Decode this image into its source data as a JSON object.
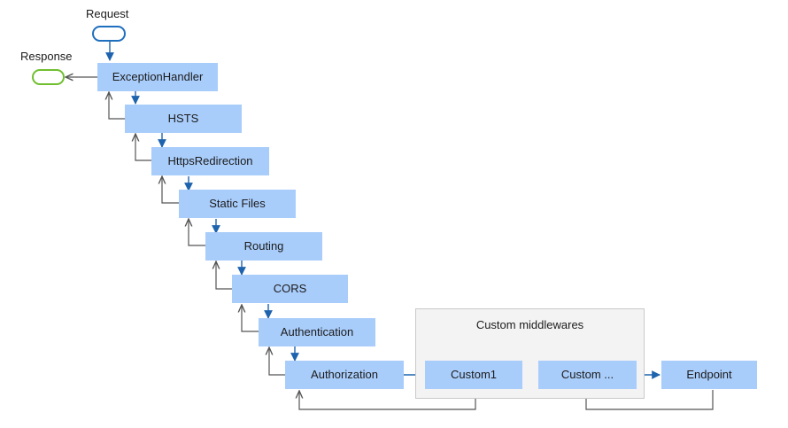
{
  "request_label": "Request",
  "response_label": "Response",
  "pipeline": [
    "ExceptionHandler",
    "HSTS",
    "HttpsRedirection",
    "Static Files",
    "Routing",
    "CORS",
    "Authentication",
    "Authorization"
  ],
  "custom_group": {
    "title": "Custom middlewares",
    "items": [
      "Custom1",
      "Custom ..."
    ]
  },
  "endpoint_label": "Endpoint",
  "colors": {
    "box_fill": "#a9cdfb",
    "request_flow": "#1e63ad",
    "response_flow": "#555555",
    "request_pill": "#1f6fbf",
    "response_pill": "#6fbf2f"
  }
}
